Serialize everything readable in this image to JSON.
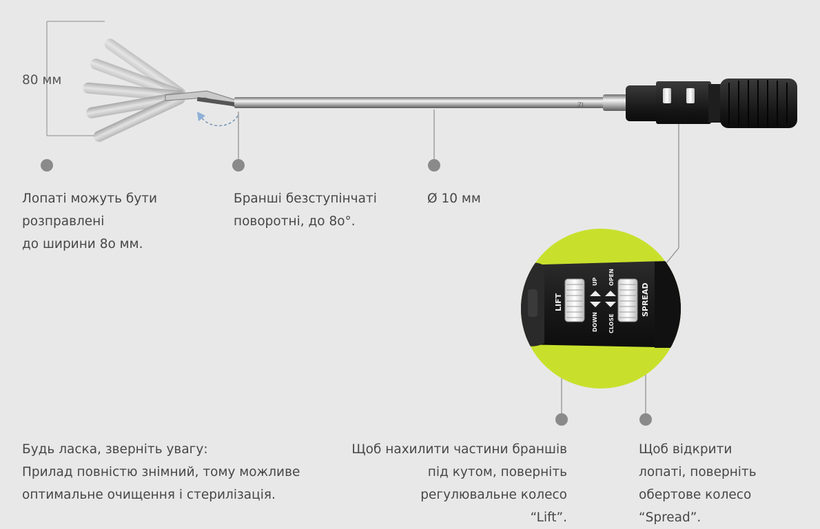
{
  "dimension_label": "80 мм",
  "diameter_label": "Ø 10 мм",
  "shaft_marking": "ZI",
  "captions": {
    "blades": [
      "Лопаті можуть бути",
      "розправлені",
      "до ширини 8o мм."
    ],
    "jaws": [
      "Бранші  безступінчаті",
      "поворотні, до 8o°."
    ],
    "note": [
      "Будь ласка, зверніть увагу:",
      "Прилад повністю знімний, тому можливе",
      "оптимальне очищення і стерилізація."
    ],
    "lift": [
      "Щоб нахилити частини браншів",
      "під кутом, поверніть",
      "регулювальне колесо",
      "“Lift”."
    ],
    "spread": [
      "Щоб відкрити",
      "лопаті, поверніть",
      "обертове колесо",
      "“Spread”."
    ]
  },
  "handle_labels": {
    "lift": "LIFT",
    "down": "DOWN",
    "up": "UP",
    "close": "CLOSE",
    "open": "OPEN",
    "spread": "SPREAD"
  },
  "colors": {
    "background": "#e8e8e8",
    "accent": "#c8e02c",
    "marker": "#8a8a8a",
    "handle": "#1c1c1c",
    "dashed_arrow": "#6b8fb5"
  }
}
